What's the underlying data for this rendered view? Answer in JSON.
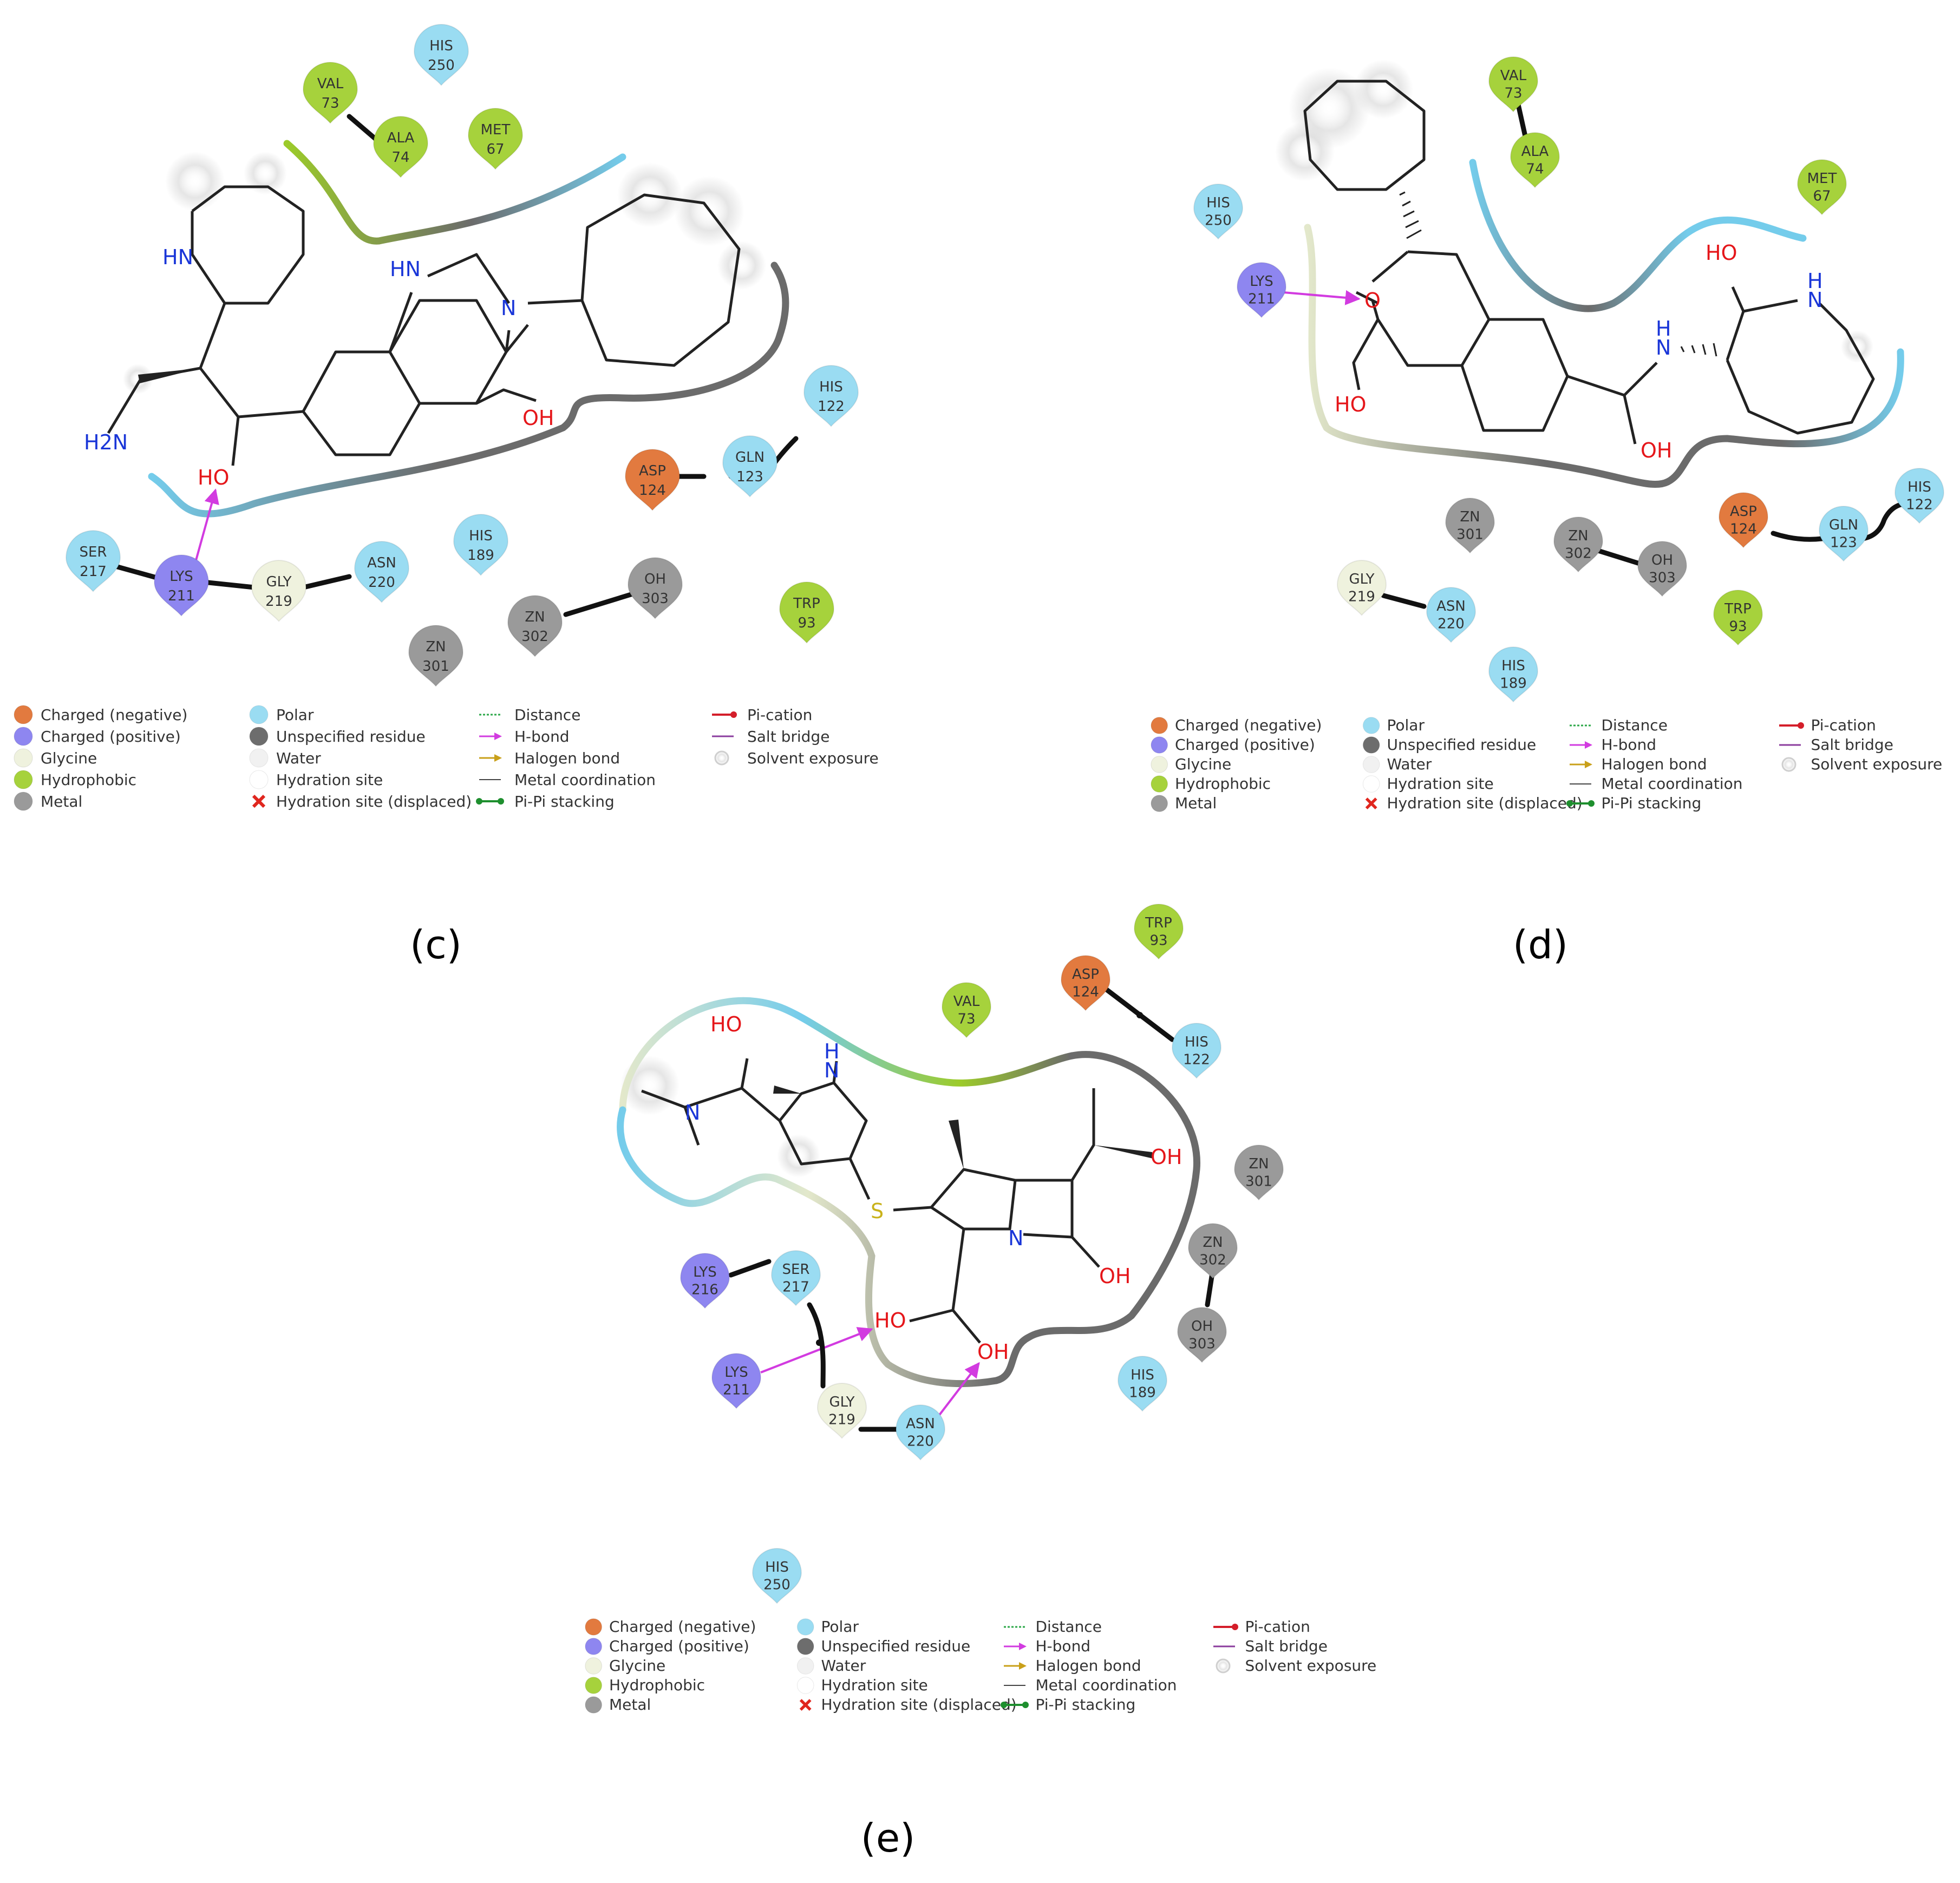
{
  "colors": {
    "negative": "#E27A3F",
    "positive": "#8E86F0",
    "glycine": "#EFF2DE",
    "hydrophobic": "#A6D23C",
    "metal": "#9A9A9A",
    "polar": "#9ADCF2",
    "water": "#F1F1F1",
    "hbond": "#D23BE0",
    "oxygen": "#E5161A",
    "nitrogen": "#1A36D8",
    "sulfur": "#C9B21A",
    "bond": "#222222",
    "ribbon_polar": "#74CCEB",
    "ribbon_hydrophobic": "#9CCB2A",
    "ribbon_glycine": "#E3E8CB",
    "ribbon_metal": "#6B6B6B"
  },
  "captions": {
    "c": "(c)",
    "d": "(d)",
    "e": "(e)"
  },
  "panels": {
    "c": {
      "residues": [
        {
          "name": "VAL",
          "num": "73",
          "type": "hydrophobic"
        },
        {
          "name": "HIS",
          "num": "250",
          "type": "polar"
        },
        {
          "name": "ALA",
          "num": "74",
          "type": "hydrophobic"
        },
        {
          "name": "MET",
          "num": "67",
          "type": "hydrophobic"
        },
        {
          "name": "HIS",
          "num": "122",
          "type": "polar"
        },
        {
          "name": "GLN",
          "num": "123",
          "type": "polar"
        },
        {
          "name": "ASP",
          "num": "124",
          "type": "negative"
        },
        {
          "name": "SER",
          "num": "217",
          "type": "polar"
        },
        {
          "name": "LYS",
          "num": "211",
          "type": "positive"
        },
        {
          "name": "GLY",
          "num": "219",
          "type": "glycine"
        },
        {
          "name": "ASN",
          "num": "220",
          "type": "polar"
        },
        {
          "name": "HIS",
          "num": "189",
          "type": "polar"
        },
        {
          "name": "ZN",
          "num": "301",
          "type": "metal"
        },
        {
          "name": "ZN",
          "num": "302",
          "type": "metal"
        },
        {
          "name": "OH",
          "num": "303",
          "type": "metal"
        },
        {
          "name": "TRP",
          "num": "93",
          "type": "hydrophobic"
        }
      ],
      "atoms": {
        "hn1": "HN",
        "hn2": "HN",
        "n": "N",
        "oh": "OH",
        "ho": "HO",
        "nh2": "H2N"
      }
    },
    "d": {
      "residues": [
        {
          "name": "VAL",
          "num": "73",
          "type": "hydrophobic"
        },
        {
          "name": "ALA",
          "num": "74",
          "type": "hydrophobic"
        },
        {
          "name": "HIS",
          "num": "250",
          "type": "polar"
        },
        {
          "name": "MET",
          "num": "67",
          "type": "hydrophobic"
        },
        {
          "name": "LYS",
          "num": "211",
          "type": "positive"
        },
        {
          "name": "HIS",
          "num": "122",
          "type": "polar"
        },
        {
          "name": "ASP",
          "num": "124",
          "type": "negative"
        },
        {
          "name": "GLN",
          "num": "123",
          "type": "polar"
        },
        {
          "name": "ZN",
          "num": "301",
          "type": "metal"
        },
        {
          "name": "ZN",
          "num": "302",
          "type": "metal"
        },
        {
          "name": "OH",
          "num": "303",
          "type": "metal"
        },
        {
          "name": "GLY",
          "num": "219",
          "type": "glycine"
        },
        {
          "name": "ASN",
          "num": "220",
          "type": "polar"
        },
        {
          "name": "TRP",
          "num": "93",
          "type": "hydrophobic"
        },
        {
          "name": "HIS",
          "num": "189",
          "type": "polar"
        }
      ],
      "atoms": {
        "o": "O",
        "ho1": "HO",
        "ho2": "HO",
        "h": "H",
        "n1": "N",
        "oh": "OH",
        "h2": "H",
        "n2": "N"
      }
    },
    "e": {
      "residues": [
        {
          "name": "TRP",
          "num": "93",
          "type": "hydrophobic"
        },
        {
          "name": "VAL",
          "num": "73",
          "type": "hydrophobic"
        },
        {
          "name": "ASP",
          "num": "124",
          "type": "negative"
        },
        {
          "name": "HIS",
          "num": "122",
          "type": "polar"
        },
        {
          "name": "ZN",
          "num": "301",
          "type": "metal"
        },
        {
          "name": "ZN",
          "num": "302",
          "type": "metal"
        },
        {
          "name": "OH",
          "num": "303",
          "type": "metal"
        },
        {
          "name": "LYS",
          "num": "216",
          "type": "positive"
        },
        {
          "name": "SER",
          "num": "217",
          "type": "polar"
        },
        {
          "name": "LYS",
          "num": "211",
          "type": "positive"
        },
        {
          "name": "GLY",
          "num": "219",
          "type": "glycine"
        },
        {
          "name": "ASN",
          "num": "220",
          "type": "polar"
        },
        {
          "name": "HIS",
          "num": "189",
          "type": "polar"
        },
        {
          "name": "HIS",
          "num": "250",
          "type": "polar"
        }
      ],
      "atoms": {
        "ho": "HO",
        "nh": "N",
        "hnh": "H",
        "nme": "N",
        "s": "S",
        "n": "N",
        "oh1": "OH",
        "oh2": "OH",
        "ho2": "HO",
        "oh3": "OH"
      }
    }
  },
  "legend": {
    "col1": [
      "Charged (negative)",
      "Charged (positive)",
      "Glycine",
      "Hydrophobic",
      "Metal"
    ],
    "col2": [
      "Polar",
      "Unspecified residue",
      "Water",
      "Hydration site",
      "Hydration site (displaced)"
    ],
    "col3": [
      "Distance",
      "H-bond",
      "Halogen bond",
      "Metal coordination",
      "Pi-Pi stacking"
    ],
    "col4": [
      "Pi-cation",
      "Salt bridge",
      "Solvent exposure"
    ]
  }
}
